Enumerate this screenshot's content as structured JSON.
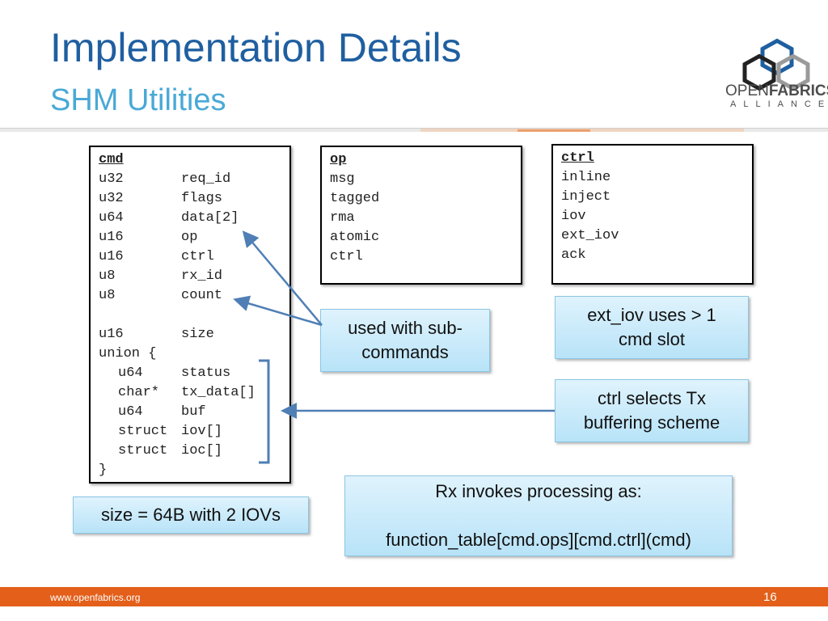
{
  "slide": {
    "title": "Implementation Details",
    "subtitle": "SHM Utilities",
    "logo_open": "OPEN",
    "logo_fabrics": "FABRICS",
    "logo_alliance": "ALLIANCE"
  },
  "cmd_box": {
    "header": "cmd",
    "rows": [
      {
        "type": "u32",
        "field": "req_id"
      },
      {
        "type": "u32",
        "field": "flags"
      },
      {
        "type": "u64",
        "field": "data[2]"
      },
      {
        "type": "u16",
        "field": "op"
      },
      {
        "type": "u16",
        "field": "ctrl"
      },
      {
        "type": "u8",
        "field": "rx_id"
      },
      {
        "type": "u8",
        "field": "count"
      },
      {
        "type": "u16",
        "field": "size"
      }
    ],
    "union_open": "union {",
    "union_rows": [
      {
        "type": "u64",
        "field": "status"
      },
      {
        "type": "char*",
        "field": "tx_data[]"
      },
      {
        "type": "u64",
        "field": "buf"
      },
      {
        "type": "struct",
        "field": "iov[]"
      },
      {
        "type": "struct",
        "field": "ioc[]"
      }
    ],
    "union_close": "}"
  },
  "op_box": {
    "header": "op",
    "items": [
      "msg",
      "tagged",
      "rma",
      "atomic",
      "ctrl"
    ]
  },
  "ctrl_box": {
    "header": "ctrl",
    "items": [
      "inline",
      "inject",
      "iov",
      "ext_iov",
      "ack"
    ]
  },
  "callouts": {
    "sub_commands": [
      "used with sub-",
      "commands"
    ],
    "ext_iov": [
      "ext_iov uses > 1",
      "cmd slot"
    ],
    "ctrl_selects": [
      "ctrl selects Tx",
      "buffering scheme"
    ],
    "rx_invokes": [
      "Rx invokes processing as:",
      "",
      "function_table[cmd.ops][cmd.ctrl](cmd)"
    ],
    "size_note": "size = 64B with 2 IOVs"
  },
  "footer": {
    "url": "www.openfabrics.org",
    "page": "16"
  },
  "colors": {
    "title": "#1f5fa0",
    "subtitle": "#49a9d6",
    "footer": "#e35f1a",
    "callout": "#c9ebfb",
    "arrow": "#4f7fb5"
  }
}
